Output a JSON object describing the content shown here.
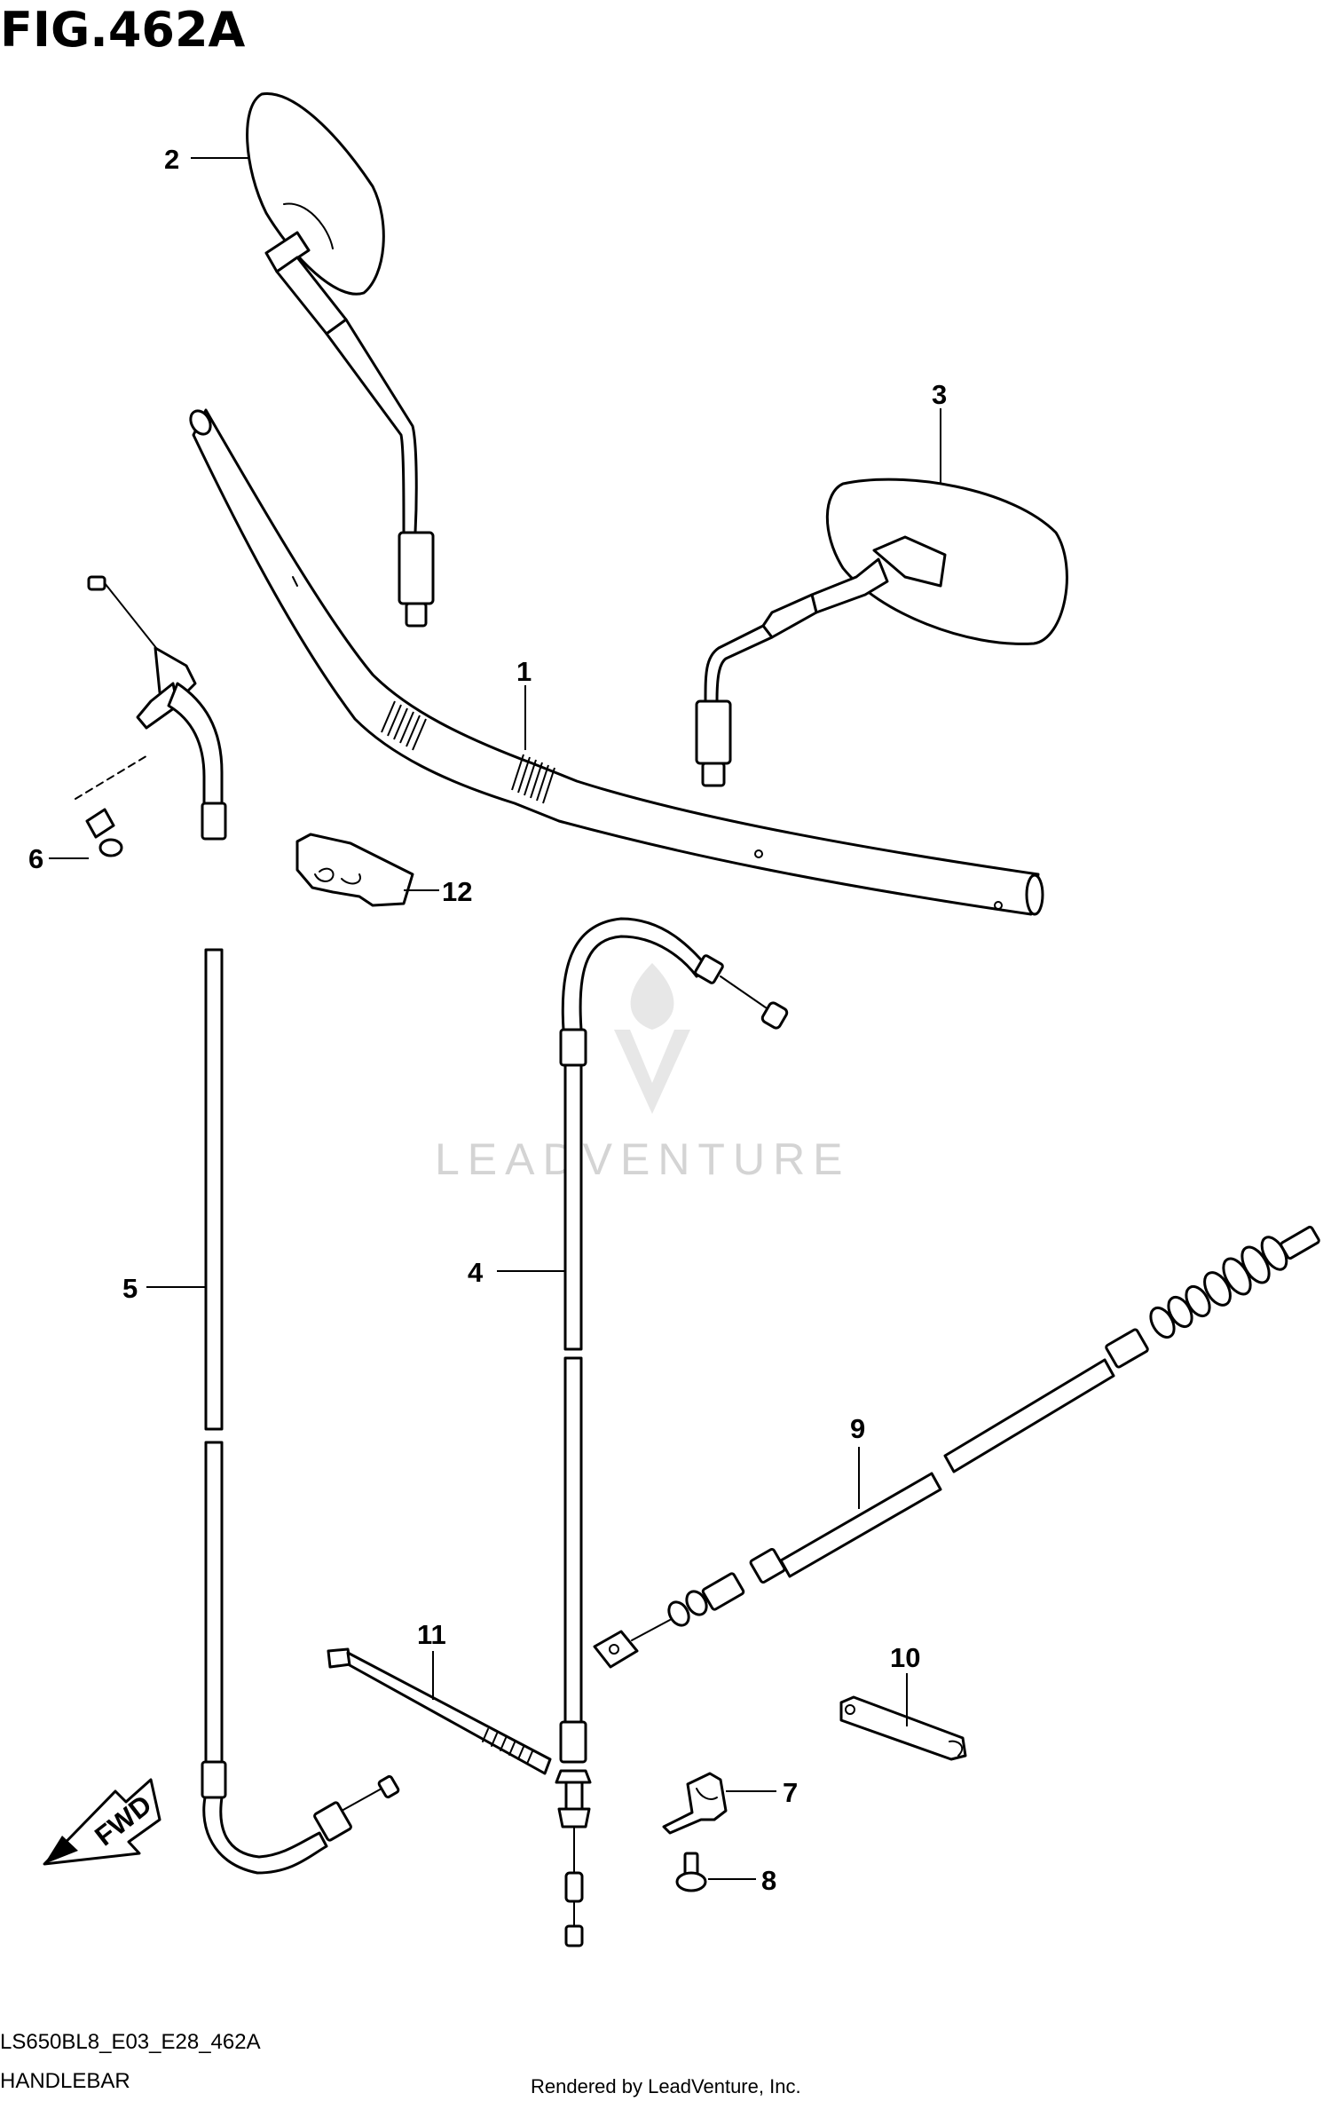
{
  "figure": {
    "title": "FIG.462A",
    "model_code": "LS650BL8_E03_E28_462A",
    "section_name": "HANDLEBAR",
    "render_credit": "Rendered by LeadVenture, Inc.",
    "watermark_text": "LEADVENTURE",
    "fwd_label": "FWD"
  },
  "callouts": [
    {
      "id": "1",
      "label": "1",
      "part": "handlebar"
    },
    {
      "id": "2",
      "label": "2",
      "part": "mirror-left"
    },
    {
      "id": "3",
      "label": "3",
      "part": "mirror-right"
    },
    {
      "id": "4",
      "label": "4",
      "part": "cable-4"
    },
    {
      "id": "5",
      "label": "5",
      "part": "cable-5"
    },
    {
      "id": "6",
      "label": "6",
      "part": "bolt-6"
    },
    {
      "id": "7",
      "label": "7",
      "part": "clamp-7"
    },
    {
      "id": "8",
      "label": "8",
      "part": "bolt-8"
    },
    {
      "id": "9",
      "label": "9",
      "part": "clutch-cable-9"
    },
    {
      "id": "10",
      "label": "10",
      "part": "bracket-10"
    },
    {
      "id": "11",
      "label": "11",
      "part": "cable-tie-11"
    },
    {
      "id": "12",
      "label": "12",
      "part": "clip-12"
    }
  ],
  "colors": {
    "line": "#000000",
    "background": "#ffffff",
    "watermark": "#d4d4d4"
  }
}
